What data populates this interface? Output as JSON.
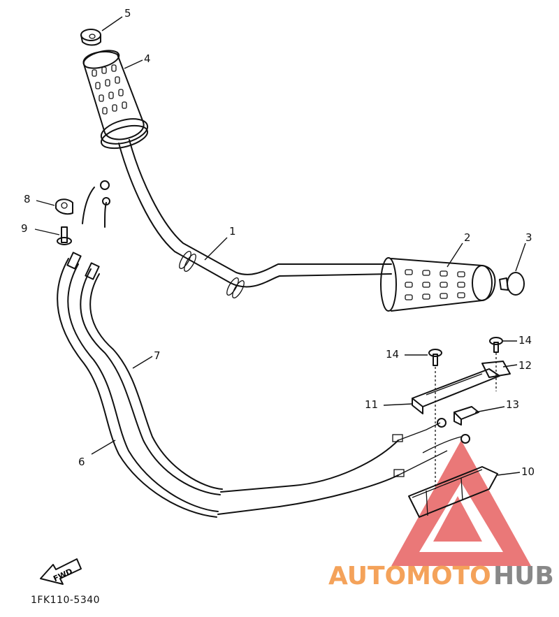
{
  "diagram": {
    "callouts": [
      "1",
      "2",
      "3",
      "4",
      "5",
      "6",
      "7",
      "8",
      "9",
      "10",
      "11",
      "12",
      "13",
      "14",
      "14"
    ],
    "fwd_label": "FWD",
    "part_code": "1FK110-5340"
  },
  "watermark": {
    "prefix": "AUTOMOTO",
    "suffix": "HUB",
    "prefix_color": "#f4a25a",
    "suffix_color": "#888888",
    "accent_color": "#e44b4b"
  }
}
